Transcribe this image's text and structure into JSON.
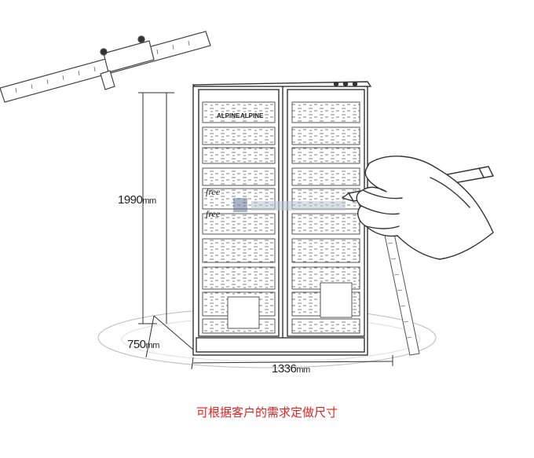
{
  "dimensions": {
    "height": {
      "value": "1990",
      "unit": "mm"
    },
    "depth": {
      "value": "750",
      "unit": "mm"
    },
    "width": {
      "value": "1336",
      "unit": "mm"
    }
  },
  "caption": "可根据客户的需求定做尺寸",
  "product_labels": {
    "brand": "ALPINE",
    "promo": "free"
  },
  "colors": {
    "line": "#333333",
    "caption": "#e52222"
  },
  "icons": [
    "vernier-caliper-icon",
    "hand-with-pencil-icon",
    "measuring-tape-icon"
  ]
}
